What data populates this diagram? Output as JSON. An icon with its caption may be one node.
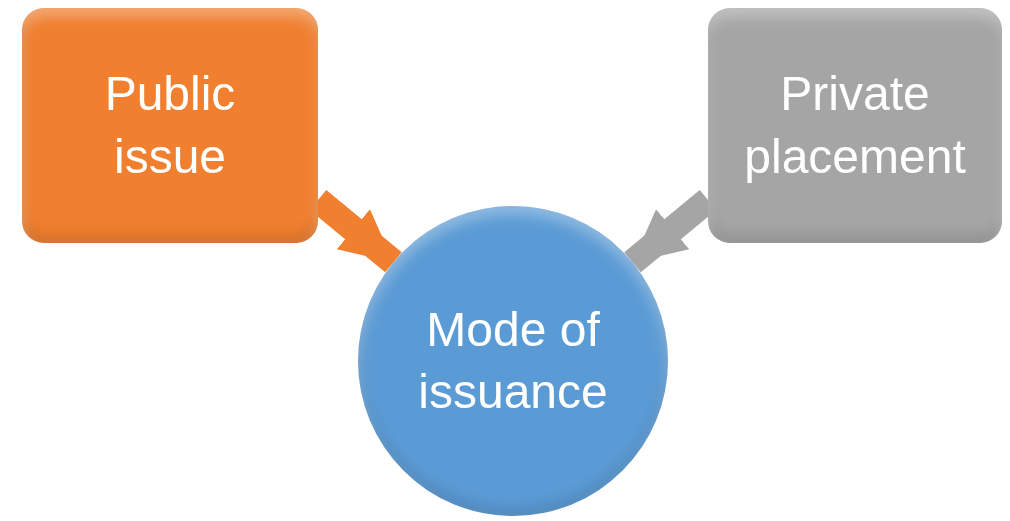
{
  "diagram": {
    "nodes": [
      {
        "text": [
          "Public issue"
        ]
      },
      {
        "text": [
          "Private placement"
        ]
      },
      {
        "text": [
          "Mode of issuance"
        ]
      }
    ],
    "edges": [
      {
        "from": 0,
        "to": 2,
        "arrow": "to",
        "color": "#f07f2f"
      },
      {
        "from": 1,
        "to": 2,
        "arrow": "to",
        "color": "#a5a5a5"
      }
    ]
  }
}
